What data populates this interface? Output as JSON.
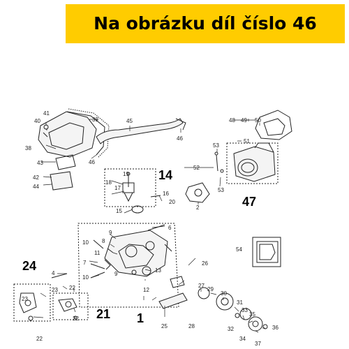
{
  "header": {
    "title": "Na obrázku díl číslo 46",
    "background": "#ffcc00"
  },
  "diagram": {
    "part_numbers": [
      "1",
      "2",
      "6",
      "7",
      "8",
      "9",
      "10",
      "11",
      "12",
      "13",
      "14",
      "15",
      "16",
      "17",
      "18",
      "19",
      "20",
      "21",
      "22",
      "23",
      "24",
      "25",
      "26",
      "27",
      "28",
      "29",
      "30",
      "31",
      "32",
      "33",
      "34",
      "35",
      "36",
      "37",
      "38",
      "39",
      "40",
      "41",
      "42",
      "43",
      "44",
      "45",
      "46",
      "47",
      "48",
      "49",
      "50",
      "51",
      "52",
      "53",
      "54"
    ],
    "group_labels": [
      "14",
      "47",
      "24",
      "21",
      "1"
    ],
    "callouts": {
      "c41": "41",
      "c40": "40",
      "c39": "39",
      "c38": "38",
      "c43": "43",
      "c42": "42",
      "c44": "44",
      "c45": "45",
      "c46a": "46",
      "c46b": "46",
      "c48": "48",
      "c49": "49",
      "c50": "50",
      "c51": "51",
      "c53a": "53",
      "c52": "52",
      "c53b": "53",
      "c2": "2",
      "c47": "47",
      "c14": "14",
      "c19": "19",
      "c18": "18",
      "c17": "17",
      "c16": "16",
      "c20": "20",
      "c15": "15",
      "c54": "54",
      "c6": "6",
      "c9": "9",
      "c8": "8",
      "c10a": "10",
      "c7": "7",
      "c11": "11",
      "c10b": "10",
      "c13": "13",
      "c9b": "9",
      "c12": "12",
      "c1": "1",
      "c24": "24",
      "c4": "4",
      "c23a": "23",
      "c22a": "22",
      "c23b": "23",
      "c22b": "22",
      "c21": "21",
      "c22c": "22",
      "c26": "26",
      "c25": "25",
      "c27": "27",
      "c28": "28",
      "c29": "29",
      "c30": "30",
      "c31": "31",
      "c33": "33",
      "c32": "32",
      "c35": "35",
      "c36": "36",
      "c34": "34",
      "c37": "37"
    }
  }
}
